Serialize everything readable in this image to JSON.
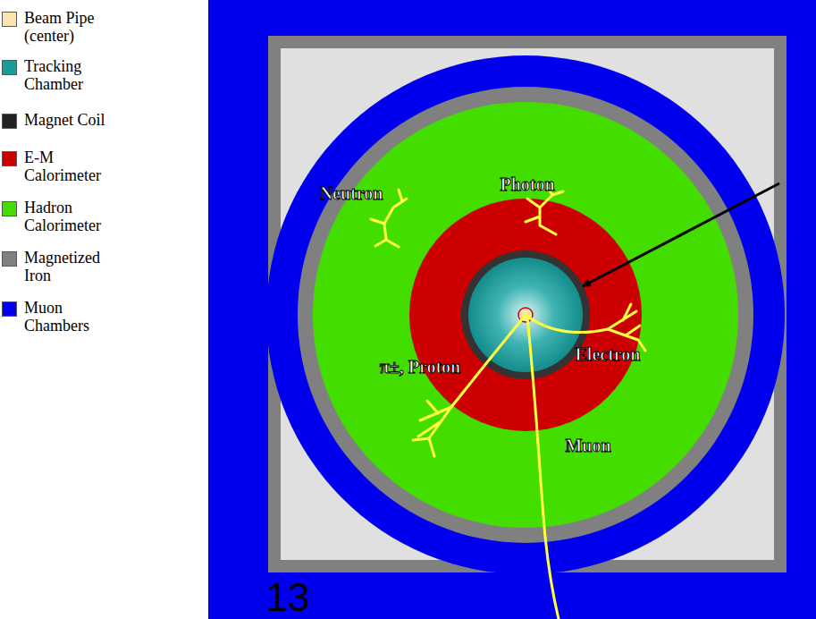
{
  "diagram": {
    "labels": [
      "Neutron",
      "Photon",
      "π±, Proton",
      "Electron",
      "Muon",
      "13"
    ],
    "legend": [
      {
        "text": "Beam Pipe (center)",
        "color": "#fde3b0"
      },
      {
        "text": "Tracking Chamber",
        "color": "#1a9c9c"
      },
      {
        "text": "Magnet Coil",
        "color": "#222222"
      },
      {
        "text": "E-M Calorimeter",
        "color": "#cc0000"
      },
      {
        "text": "Hadron Calorimeter",
        "color": "#44dd00"
      },
      {
        "text": "Magnetized Iron",
        "color": "#808080"
      },
      {
        "text": "Muon Chambers",
        "color": "#0000ee"
      }
    ]
  }
}
